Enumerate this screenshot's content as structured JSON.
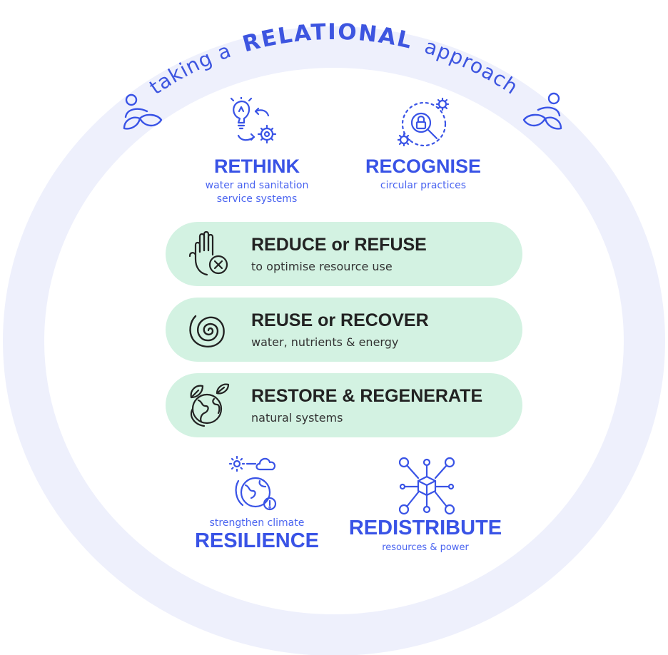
{
  "header": {
    "prefix": "taking a",
    "emphasis": "RELATIONAL",
    "suffix": "approach"
  },
  "top_items": [
    {
      "title": "RETHINK",
      "subtitle_lines": [
        "water and sanitation",
        "service systems"
      ],
      "icon": "lightbulb-gear-icon"
    },
    {
      "title": "RECOGNISE",
      "subtitle_lines": [
        "circular practices"
      ],
      "icon": "search-lock-gear-icon"
    }
  ],
  "pills": [
    {
      "title": "REDUCE or REFUSE",
      "subtitle": "to optimise resource use",
      "icon": "hand-x-icon"
    },
    {
      "title": "REUSE or RECOVER",
      "subtitle": "water, nutrients & energy",
      "icon": "spiral-icon"
    },
    {
      "title": "RESTORE & REGENERATE",
      "subtitle": "natural systems",
      "icon": "globe-leaf-icon"
    }
  ],
  "bottom_items": [
    {
      "pretitle": "strengthen climate",
      "title": "RESILIENCE",
      "icon": "climate-globe-icon"
    },
    {
      "title": "REDISTRIBUTE",
      "subtitle": "resources & power",
      "icon": "network-cube-icon"
    }
  ],
  "colors": {
    "ring": "#eef0fc",
    "blue": "#3953e6",
    "pill": "#d3f2e2",
    "dark_text": "#222222"
  }
}
